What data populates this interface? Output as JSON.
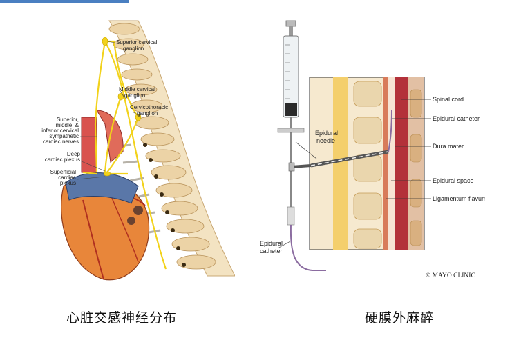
{
  "slide": {
    "accent_color": "#4a7fc1"
  },
  "left_figure": {
    "labels": {
      "superior_cervical": [
        "Superior cervical",
        "ganglion"
      ],
      "middle_cervical": [
        "Middle cervical",
        "ganglion"
      ],
      "cervicothoracic": [
        "Cervicothoracic",
        "ganglion"
      ],
      "sympathetic_nerves": [
        "Superior,",
        "middle, &",
        "inferior cervical",
        "sympathetic",
        "cardiac nerves"
      ],
      "deep_plexus": [
        "Deep",
        "cardiac plexus"
      ],
      "superficial_plexus": [
        "Superficial",
        "cardiac",
        "plexus"
      ]
    },
    "caption": "心脏交感神经分布"
  },
  "right_figure": {
    "labels": {
      "spinal_cord": "Spinal cord",
      "epidural_catheter": "Epidural catheter",
      "dura_mater": "Dura mater",
      "epidural_space": "Epidural space",
      "ligamentum_flavum": "Ligamentum flavum",
      "epidural_needle": [
        "Epidural",
        "needle"
      ],
      "epidural_catheter_tube": [
        "Epidural",
        "catheter"
      ]
    },
    "credit": "© MAYO CLINIC",
    "caption": "硬膜外麻醉"
  }
}
